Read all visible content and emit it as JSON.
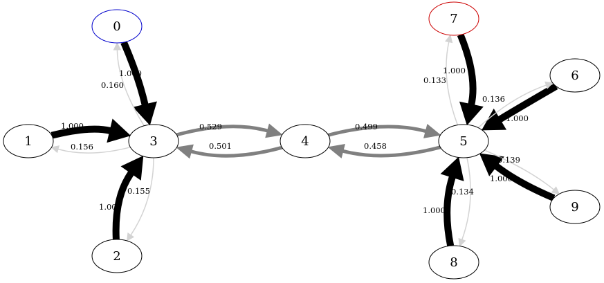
{
  "diagram": {
    "colors": {
      "background": "#ffffff",
      "node_default": "#000000",
      "node_blue": "#0000cc",
      "node_red": "#cc0000",
      "edge_black": "#000000",
      "edge_gray": "#808080",
      "edge_light": "#d3d3d3"
    },
    "nodes": [
      {
        "id": "0",
        "label": "0",
        "stroke": "blue"
      },
      {
        "id": "1",
        "label": "1",
        "stroke": "default"
      },
      {
        "id": "2",
        "label": "2",
        "stroke": "default"
      },
      {
        "id": "3",
        "label": "3",
        "stroke": "default"
      },
      {
        "id": "4",
        "label": "4",
        "stroke": "default"
      },
      {
        "id": "5",
        "label": "5",
        "stroke": "default"
      },
      {
        "id": "6",
        "label": "6",
        "stroke": "default"
      },
      {
        "id": "7",
        "label": "7",
        "stroke": "red"
      },
      {
        "id": "8",
        "label": "8",
        "stroke": "default"
      },
      {
        "id": "9",
        "label": "9",
        "stroke": "default"
      }
    ],
    "edges": [
      {
        "from": "0",
        "to": "3",
        "label": "1.000",
        "color": "black"
      },
      {
        "from": "3",
        "to": "0",
        "label": "0.160",
        "color": "light"
      },
      {
        "from": "1",
        "to": "3",
        "label": "1.000",
        "color": "black"
      },
      {
        "from": "3",
        "to": "1",
        "label": "0.156",
        "color": "light"
      },
      {
        "from": "2",
        "to": "3",
        "label": "1.000",
        "color": "black"
      },
      {
        "from": "3",
        "to": "2",
        "label": "0.155",
        "color": "light"
      },
      {
        "from": "3",
        "to": "4",
        "label": "0.529",
        "color": "gray"
      },
      {
        "from": "4",
        "to": "3",
        "label": "0.501",
        "color": "gray"
      },
      {
        "from": "4",
        "to": "5",
        "label": "0.499",
        "color": "gray"
      },
      {
        "from": "5",
        "to": "4",
        "label": "0.458",
        "color": "gray"
      },
      {
        "from": "7",
        "to": "5",
        "label": "1.000",
        "color": "black"
      },
      {
        "from": "5",
        "to": "7",
        "label": "0.133",
        "color": "light"
      },
      {
        "from": "6",
        "to": "5",
        "label": "1.000",
        "color": "black"
      },
      {
        "from": "5",
        "to": "6",
        "label": "0.136",
        "color": "light"
      },
      {
        "from": "9",
        "to": "5",
        "label": "1.000",
        "color": "black"
      },
      {
        "from": "5",
        "to": "9",
        "label": "0.139",
        "color": "light"
      },
      {
        "from": "8",
        "to": "5",
        "label": "1.000",
        "color": "black"
      },
      {
        "from": "5",
        "to": "8",
        "label": "0.134",
        "color": "light"
      }
    ]
  }
}
